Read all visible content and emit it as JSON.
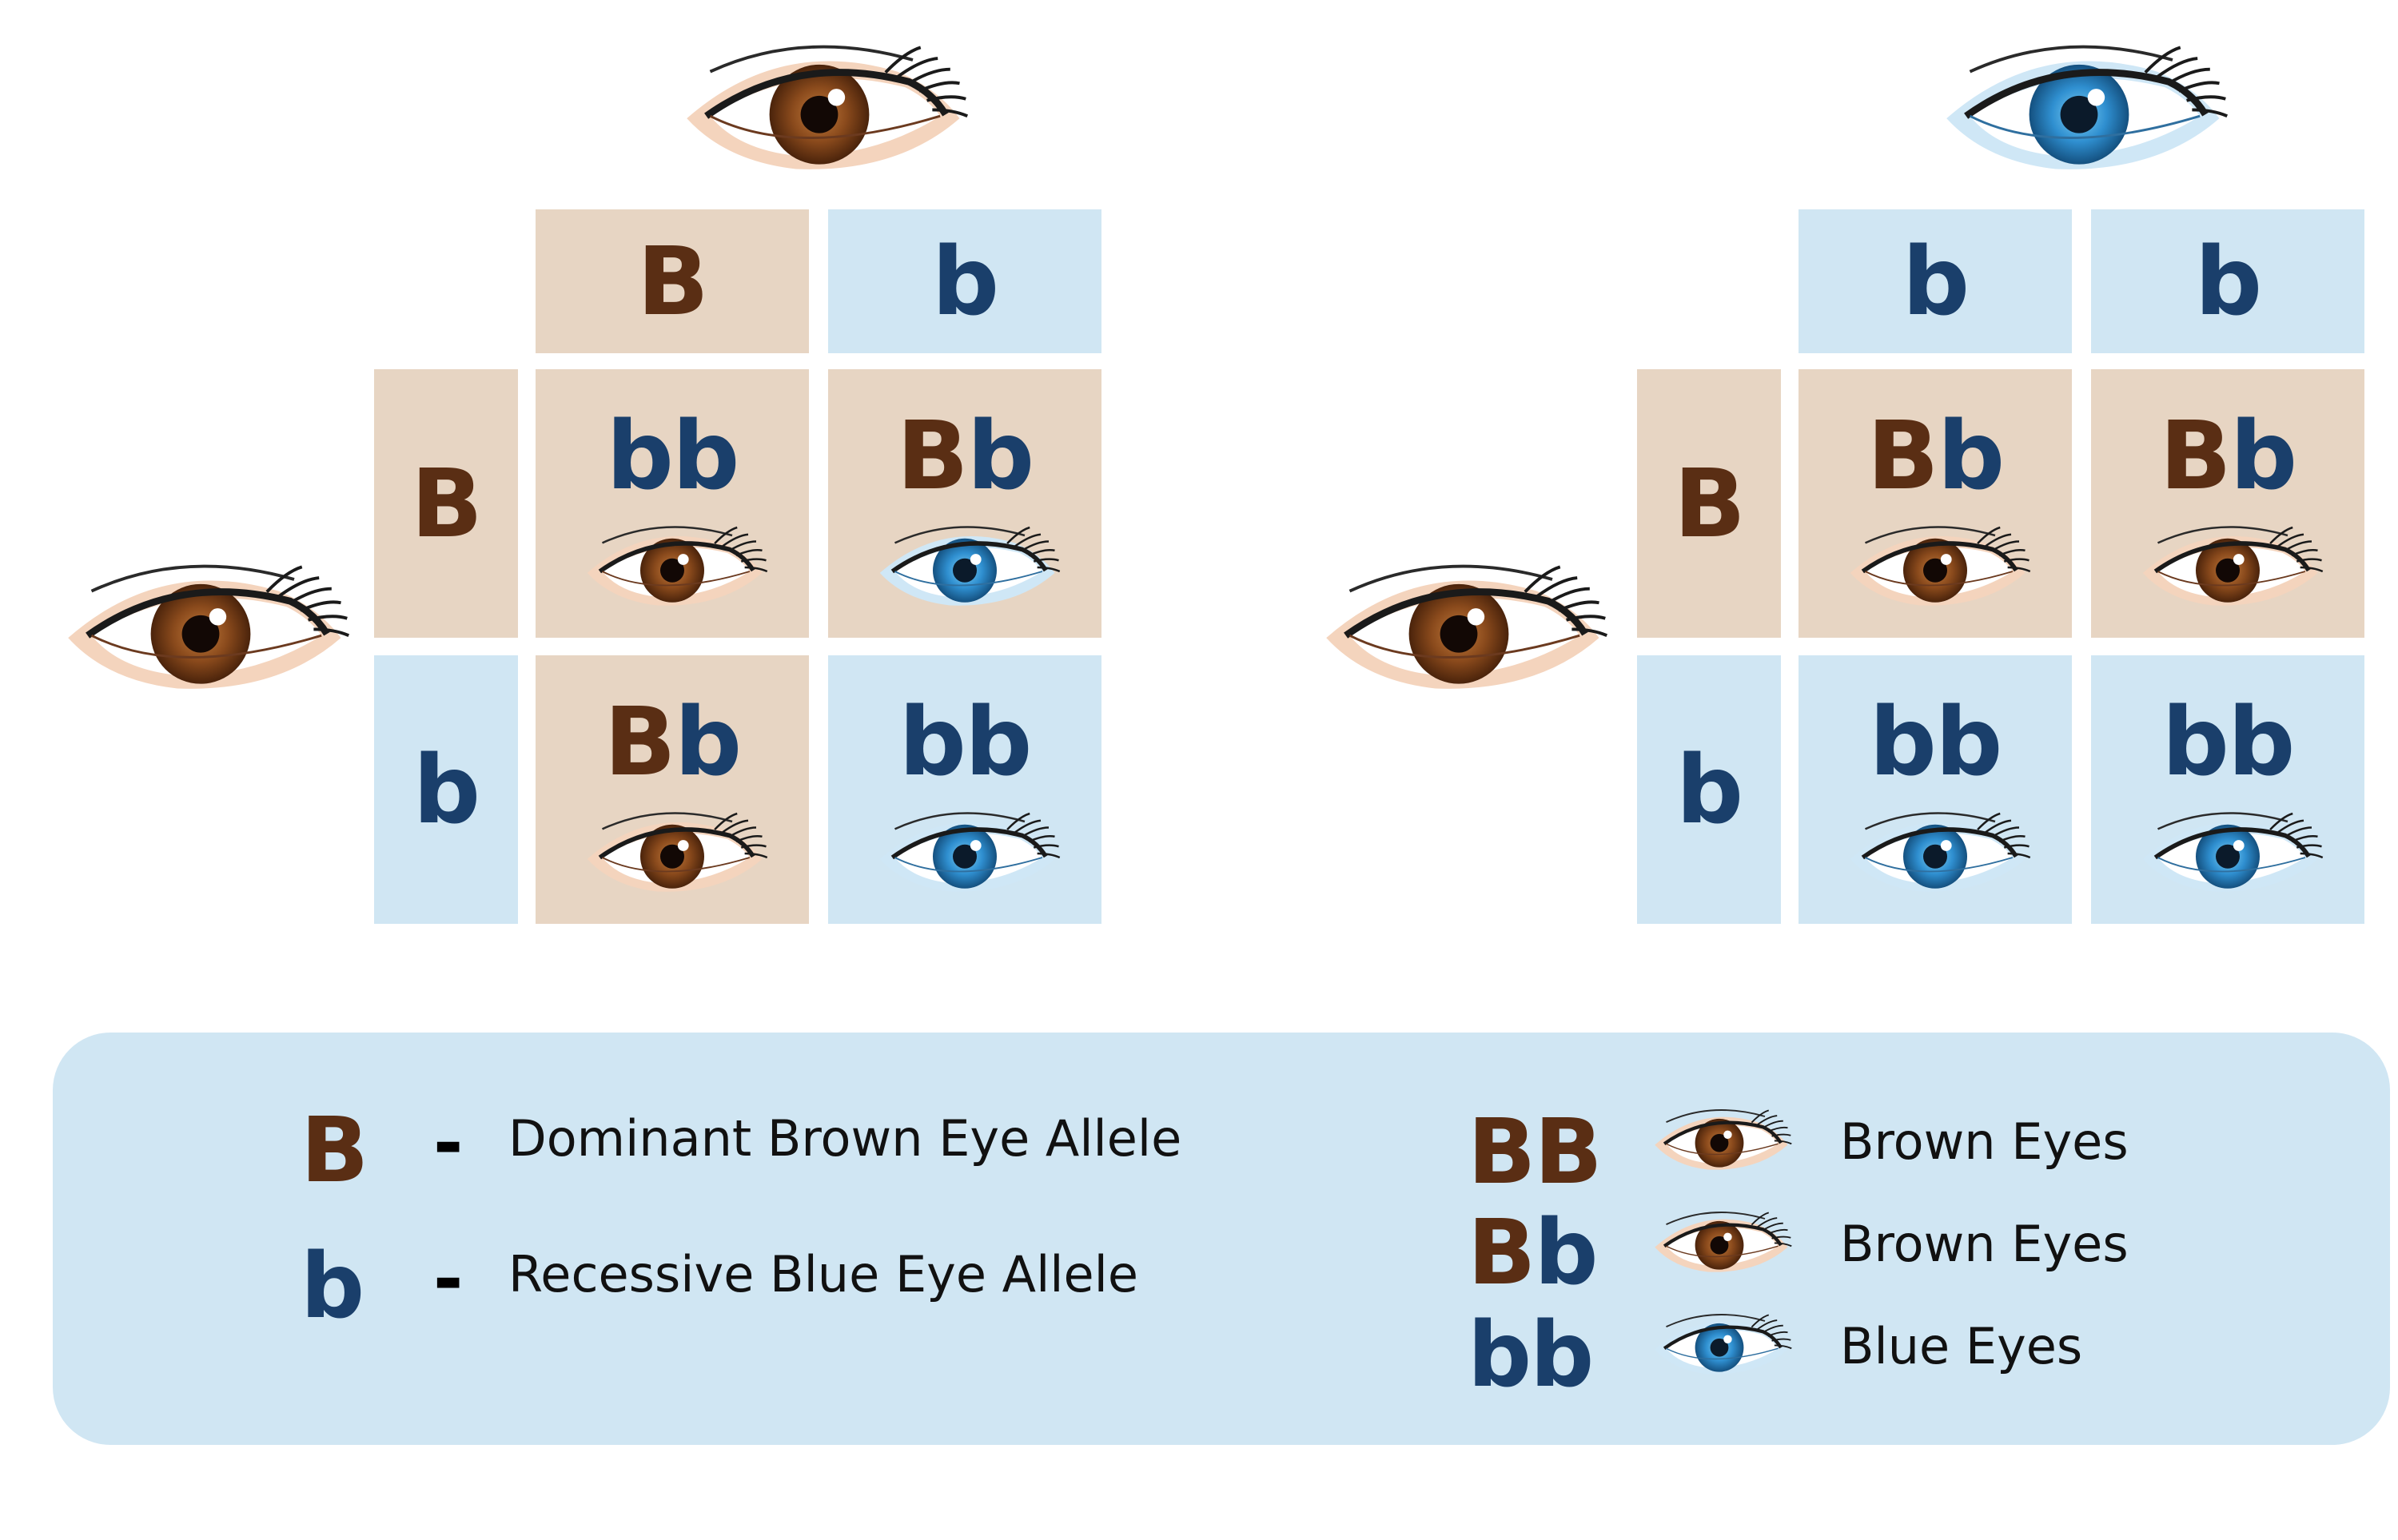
{
  "colors": {
    "brown_text": "#5a2e14",
    "blue_text": "#1a3f6b",
    "brown_cell": "#e7d5c3",
    "blue_cell": "#d0e6f3",
    "brown_iris": "#8a4a1c",
    "blue_iris": "#2f8fd0"
  },
  "left_square": {
    "top_parent_eye": "brown-eye-icon",
    "side_parent_eye": "brown-eye-icon",
    "top_alleles": [
      "B",
      "b"
    ],
    "side_alleles": [
      "B",
      "b"
    ],
    "cells": [
      {
        "first": "b",
        "second": "b",
        "eye": "brown-eye-icon"
      },
      {
        "first": "B",
        "second": "b",
        "eye": "blue-eye-icon"
      },
      {
        "first": "B",
        "second": "b",
        "eye": "brown-eye-icon"
      },
      {
        "first": "b",
        "second": "b",
        "eye": "blue-eye-icon"
      }
    ]
  },
  "right_square": {
    "top_parent_eye": "blue-eye-icon",
    "side_parent_eye": "brown-eye-icon",
    "top_alleles": [
      "b",
      "b"
    ],
    "side_alleles": [
      "B",
      "b"
    ],
    "cells": [
      {
        "first": "B",
        "second": "b",
        "eye": "brown-eye-icon"
      },
      {
        "first": "B",
        "second": "b",
        "eye": "brown-eye-icon"
      },
      {
        "first": "b",
        "second": "b",
        "eye": "blue-eye-icon"
      },
      {
        "first": "b",
        "second": "b",
        "eye": "blue-eye-icon"
      }
    ]
  },
  "legend": {
    "alleles": [
      {
        "symbol": "B",
        "dash": "-",
        "text": "Dominant Brown Eye Allele"
      },
      {
        "symbol": "b",
        "dash": "-",
        "text": "Recessive Blue Eye Allele"
      }
    ],
    "genotypes": [
      {
        "first": "B",
        "second": "B",
        "eye": "brown-eye-icon",
        "text": "Brown Eyes"
      },
      {
        "first": "B",
        "second": "b",
        "eye": "brown-eye-icon",
        "text": "Brown Eyes"
      },
      {
        "first": "b",
        "second": "b",
        "eye": "blue-eye-icon",
        "text": "Blue Eyes"
      }
    ]
  }
}
